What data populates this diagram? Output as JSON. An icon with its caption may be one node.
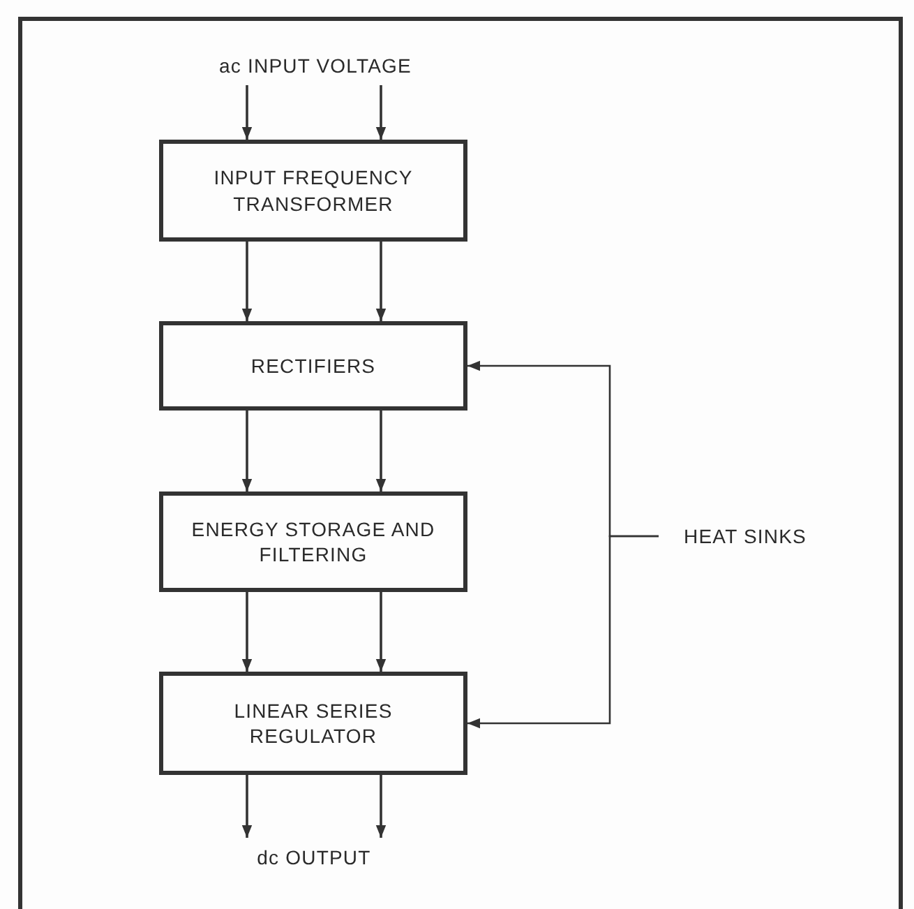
{
  "diagram": {
    "nodes": [
      {
        "text": [
          "ac INPUT VOLTAGE"
        ]
      },
      {
        "text": [
          "INPUT FREQUENCY TRANSFORMER"
        ]
      },
      {
        "text": [
          "RECTIFIERS"
        ]
      },
      {
        "text": [
          "ENERGY STORAGE AND FILTERING"
        ]
      },
      {
        "text": [
          "LINEAR SERIES REGULATOR"
        ]
      },
      {
        "text": [
          "dc OUTPUT"
        ]
      },
      {
        "text": [
          "HEAT SINKS"
        ]
      }
    ],
    "edges": [
      {
        "from": 0,
        "to": 1,
        "arrow": "to"
      },
      {
        "from": 0,
        "to": 1,
        "arrow": "to"
      },
      {
        "from": 1,
        "to": 2,
        "arrow": "to"
      },
      {
        "from": 1,
        "to": 2,
        "arrow": "to"
      },
      {
        "from": 2,
        "to": 3,
        "arrow": "to"
      },
      {
        "from": 2,
        "to": 3,
        "arrow": "to"
      },
      {
        "from": 3,
        "to": 4,
        "arrow": "to"
      },
      {
        "from": 3,
        "to": 4,
        "arrow": "to"
      },
      {
        "from": 4,
        "to": 5,
        "arrow": "to"
      },
      {
        "from": 4,
        "to": 5,
        "arrow": "to"
      },
      {
        "from": 6,
        "to": 2,
        "arrow": "to"
      },
      {
        "from": 6,
        "to": 4,
        "arrow": "to"
      }
    ]
  }
}
